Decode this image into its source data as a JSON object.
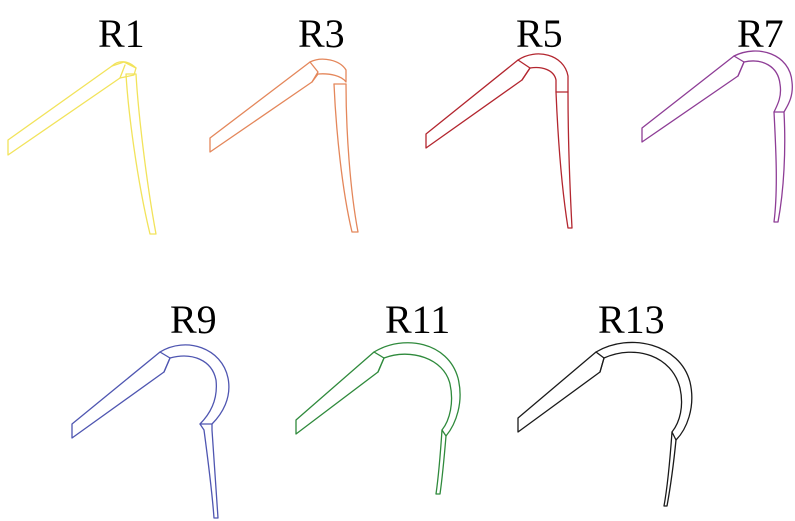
{
  "figure": {
    "panels": [
      {
        "label": "R1",
        "color": "#f2e35b",
        "radius": 1
      },
      {
        "label": "R3",
        "color": "#e4875b",
        "radius": 3
      },
      {
        "label": "R5",
        "color": "#b3262f",
        "radius": 5
      },
      {
        "label": "R7",
        "color": "#8e3d96",
        "radius": 7
      },
      {
        "label": "R9",
        "color": "#4f56b1",
        "radius": 9
      },
      {
        "label": "R11",
        "color": "#2f8a3c",
        "radius": 11
      },
      {
        "label": "R13",
        "color": "#1a1a1a",
        "radius": 13
      }
    ]
  }
}
